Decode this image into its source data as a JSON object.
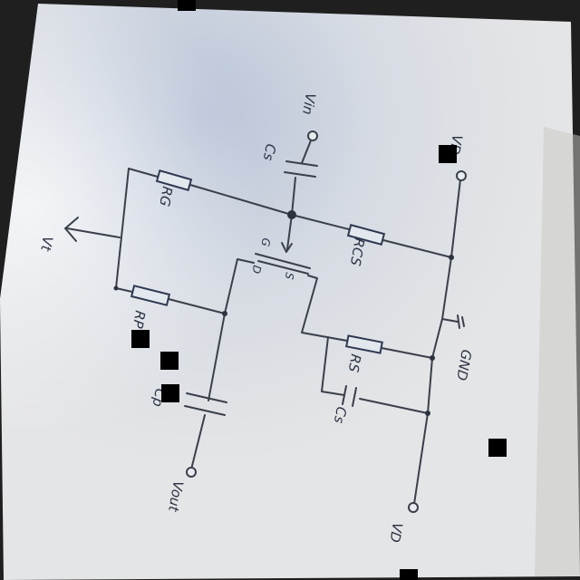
{
  "background_color": "#1f1f1f",
  "paper_color": "#d9dde2",
  "ink_color": "#2f3850",
  "labels": {
    "vin": "Vin",
    "cs": "Cs",
    "rg": "RG",
    "rcs": "RCS",
    "vt": "Vt",
    "rp": "RP",
    "cp": "Cp",
    "rs": "RS",
    "cs2": "Cs",
    "gnd": "GND",
    "vout": "Vout",
    "vd_top": "VD",
    "vd_bottom": "VD",
    "d": "D",
    "g": "G",
    "s": "S"
  }
}
